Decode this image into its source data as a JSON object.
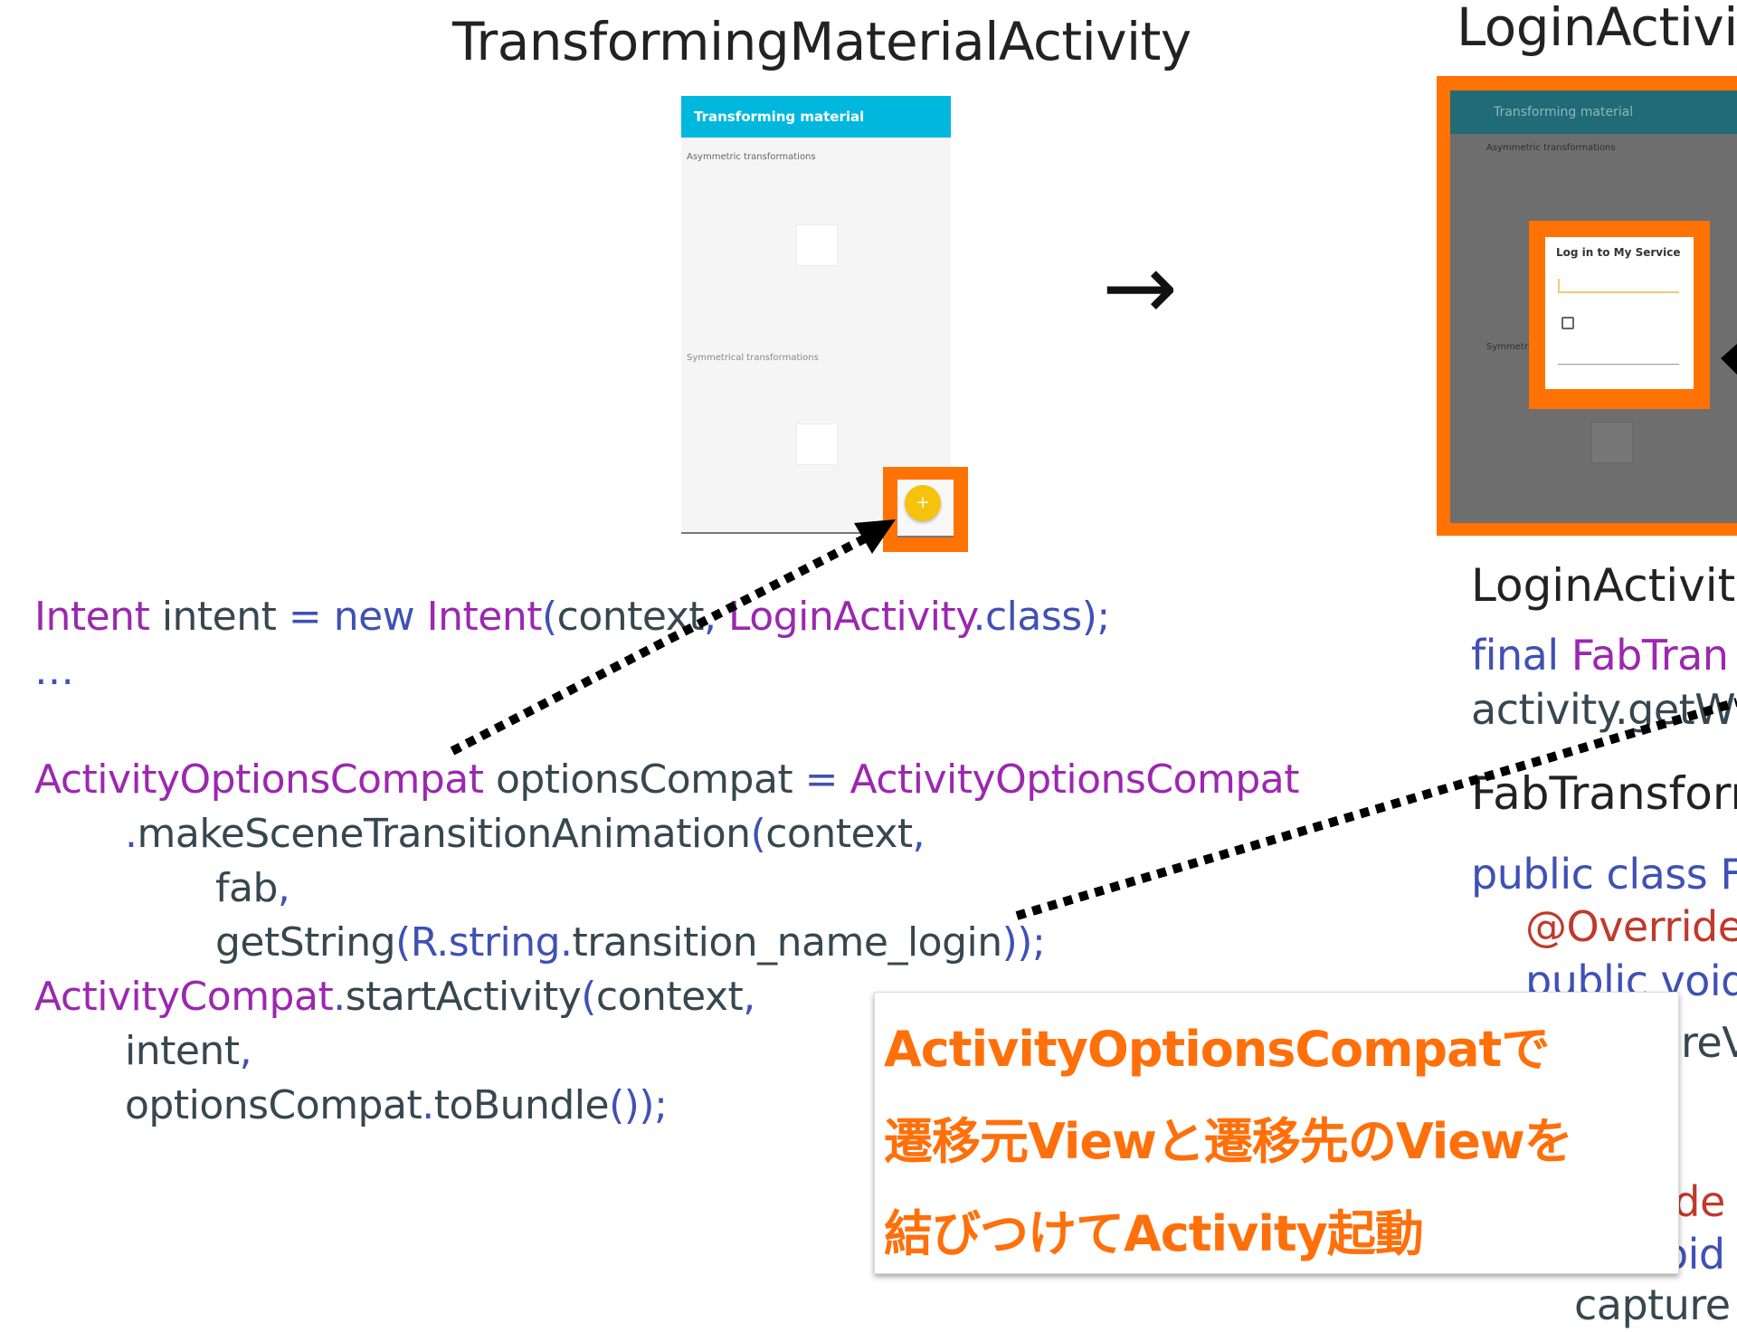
{
  "titles": {
    "left": "TransformingMaterialActivity",
    "right": "LoginActivi"
  },
  "arrow_symbol": "→",
  "screen1": {
    "appbar_title": "Transforming material",
    "section1": "Asymmetric transformations",
    "section2": "Symmetrical transformations",
    "fab_icon": "+",
    "appbar_color": "#00b8de",
    "fab_color": "#f5c20e"
  },
  "screen2": {
    "appbar_title": "Transforming material",
    "section1": "Asymmetric transformations",
    "section2": "Symmetric",
    "dialog_title": "Log in to My Service"
  },
  "highlight_color": "#ff7203",
  "code_left": {
    "line1": {
      "a": "Intent",
      "b": " intent ",
      "c": "= new ",
      "d": "Intent",
      "e": "(",
      "f": "context",
      "g": ", ",
      "h": "LoginActivity",
      "i": ".class);"
    },
    "line2": "…",
    "line3": {
      "a": "ActivityOptionsCompat",
      "b": " optionsCompat ",
      "c": "= ",
      "d": "ActivityOptionsCompat"
    },
    "line4": {
      "a": ".",
      "b": "makeSceneTransitionAnimation",
      "c": "(",
      "d": "context",
      "e": ","
    },
    "line5": {
      "a": "fab",
      "b": ","
    },
    "line6": {
      "a": "getString",
      "b": "(",
      "c": "R",
      "d": ".string.",
      "e": "transition_name_login",
      "f": "));"
    },
    "line7": {
      "a": "ActivityCompat",
      "b": ".",
      "c": "startActivity",
      "d": "(",
      "e": "context",
      "f": ","
    },
    "line8": {
      "a": "intent",
      "b": ","
    },
    "line9": {
      "a": "optionsCompat",
      "b": ".",
      "c": "toBundle",
      "d": "());"
    }
  },
  "right_panel": {
    "label1": "LoginActivity",
    "code1a": "final ",
    "code1b": "FabTran",
    "code2": "activity.getWi",
    "label2": "FabTransforn",
    "code3": "public class F",
    "code4": "@Override",
    "code5": "public void",
    "code6": "reV",
    "code7": "ide",
    "code8": "oid",
    "code9": "capture"
  },
  "callout": {
    "line1": "ActivityOptionsCompatで",
    "line2": "遷移元Viewと遷移先のViewを",
    "line3": "結びつけてActivity起動",
    "color": "#ff6f0a"
  },
  "colors": {
    "purple": "#9c27b0",
    "blue": "#3f51b5",
    "dark": "#37474f",
    "red": "#c0392b"
  }
}
